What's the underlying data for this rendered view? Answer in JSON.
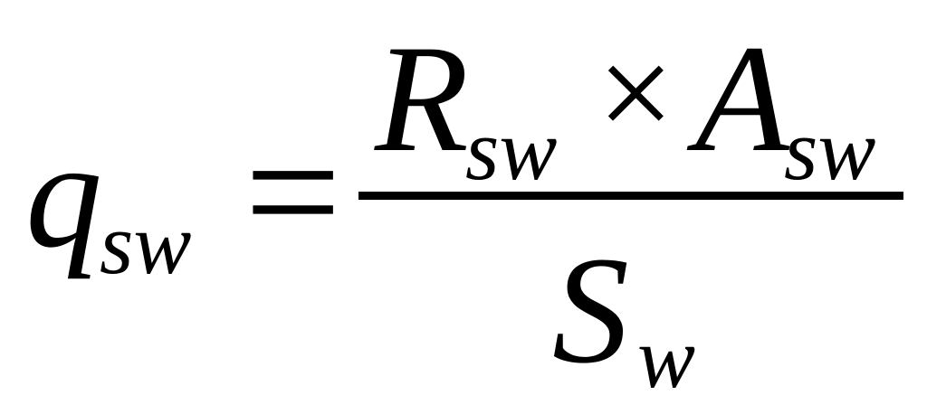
{
  "equation": {
    "lhs": {
      "symbol": "q",
      "subscript": "sw"
    },
    "relation": "=",
    "numerator": {
      "left": {
        "symbol": "R",
        "subscript": "sw"
      },
      "operator": "×",
      "right": {
        "symbol": "A",
        "subscript": "sw"
      }
    },
    "denominator": {
      "symbol": "S",
      "subscript": "w"
    }
  }
}
